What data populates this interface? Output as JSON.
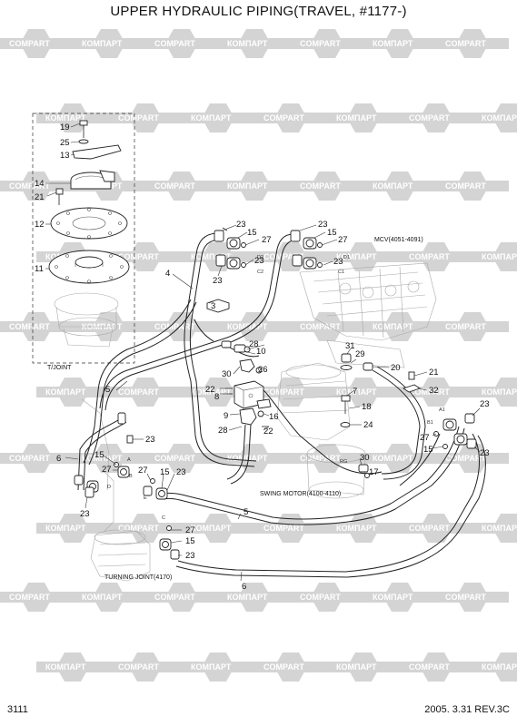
{
  "title": "UPPER HYDRAULIC PIPING(TRAVEL, #1177-)",
  "footer": {
    "page_code": "3111",
    "revision": "2005. 3.31 REV.3C"
  },
  "watermark": {
    "brand_latin": "COMPART",
    "brand_cyrillic": "КОМПАРТ"
  },
  "labels": {
    "mcv": "MCV(4051-4091)",
    "swing_motor": "SWING MOTOR(4100-4110)",
    "turning_joint": "TURNING JOINT(4170)",
    "t_joint": "T/JOINT"
  },
  "port_labels": [
    "D2",
    "C2",
    "D1",
    "C1",
    "A1",
    "B1",
    "RG",
    "A",
    "B",
    "D",
    "C",
    "E"
  ],
  "callouts": [
    {
      "id": "c19",
      "text": "19"
    },
    {
      "id": "c25",
      "text": "25"
    },
    {
      "id": "c13",
      "text": "13"
    },
    {
      "id": "c14",
      "text": "14"
    },
    {
      "id": "c21a",
      "text": "21"
    },
    {
      "id": "c12",
      "text": "12"
    },
    {
      "id": "c11",
      "text": "11"
    },
    {
      "id": "c4",
      "text": "4"
    },
    {
      "id": "c3",
      "text": "3"
    },
    {
      "id": "c23a",
      "text": "23"
    },
    {
      "id": "c15a",
      "text": "15"
    },
    {
      "id": "c27a",
      "text": "27"
    },
    {
      "id": "c23b",
      "text": "23"
    },
    {
      "id": "c23c",
      "text": "23"
    },
    {
      "id": "c15b",
      "text": "15"
    },
    {
      "id": "c27b",
      "text": "27"
    },
    {
      "id": "c23d",
      "text": "23"
    },
    {
      "id": "c23e",
      "text": "23"
    },
    {
      "id": "c28a",
      "text": "28"
    },
    {
      "id": "c10",
      "text": "10"
    },
    {
      "id": "c30a",
      "text": "30"
    },
    {
      "id": "c26",
      "text": "26"
    },
    {
      "id": "c22a",
      "text": "22"
    },
    {
      "id": "c8",
      "text": "8"
    },
    {
      "id": "c9",
      "text": "9"
    },
    {
      "id": "c16",
      "text": "16"
    },
    {
      "id": "c28b",
      "text": "28"
    },
    {
      "id": "c22b",
      "text": "22"
    },
    {
      "id": "c5a",
      "text": "5"
    },
    {
      "id": "c6a",
      "text": "6"
    },
    {
      "id": "c23f",
      "text": "23"
    },
    {
      "id": "c15c",
      "text": "15"
    },
    {
      "id": "c27c",
      "text": "27"
    },
    {
      "id": "c27d",
      "text": "27"
    },
    {
      "id": "c15d",
      "text": "15"
    },
    {
      "id": "c23g",
      "text": "23"
    },
    {
      "id": "c23h",
      "text": "23"
    },
    {
      "id": "c27e",
      "text": "27"
    },
    {
      "id": "c15e",
      "text": "15"
    },
    {
      "id": "c23i",
      "text": "23"
    },
    {
      "id": "c5b",
      "text": "5"
    },
    {
      "id": "c6b",
      "text": "6"
    },
    {
      "id": "c23j",
      "text": "23"
    },
    {
      "id": "c27f",
      "text": "27"
    },
    {
      "id": "c15f",
      "text": "15"
    },
    {
      "id": "c23k",
      "text": "23"
    },
    {
      "id": "c31",
      "text": "31"
    },
    {
      "id": "c29",
      "text": "29"
    },
    {
      "id": "c20",
      "text": "20"
    },
    {
      "id": "c21b",
      "text": "21"
    },
    {
      "id": "c32",
      "text": "32"
    },
    {
      "id": "c7",
      "text": "7"
    },
    {
      "id": "c18",
      "text": "18"
    },
    {
      "id": "c24",
      "text": "24"
    },
    {
      "id": "c30b",
      "text": "30"
    },
    {
      "id": "c17",
      "text": "17"
    }
  ]
}
